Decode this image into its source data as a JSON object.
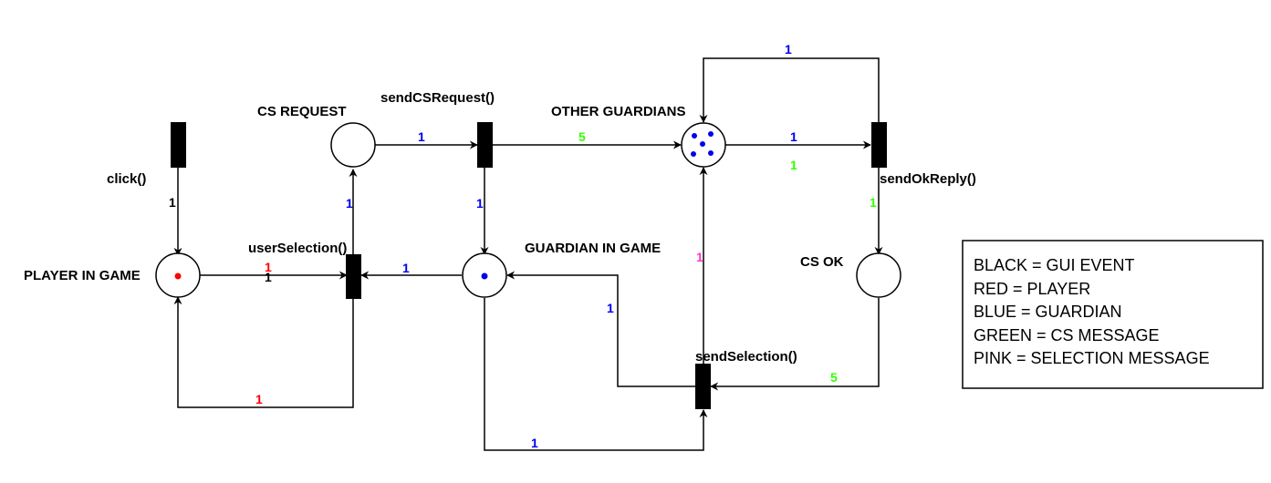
{
  "colors": {
    "black": "#000000",
    "red": "#ff0000",
    "blue": "#0000ee",
    "green": "#33ff00",
    "pink": "#ff33cc"
  },
  "places": {
    "player_in_game": "PLAYER IN GAME",
    "cs_request": "CS REQUEST",
    "other_guardians": "OTHER GUARDIANS",
    "guardian_in_game": "GUARDIAN IN GAME",
    "cs_ok": "CS OK"
  },
  "transitions": {
    "click": "click()",
    "send_cs_request": "sendCSRequest()",
    "user_selection": "userSelection()",
    "send_ok_reply": "sendOkReply()",
    "send_selection": "sendSelection()"
  },
  "weights": {
    "click_to_player": "1",
    "player_to_user_selection_red": "1",
    "player_to_user_selection_black": "1",
    "user_selection_loop": "1",
    "user_selection_to_cs_request": "1",
    "cs_request_to_send_cs_request": "1",
    "send_cs_request_to_guardian": "1",
    "send_cs_request_to_other_guardians": "5",
    "guardian_to_user_selection": "1",
    "top_loop": "1",
    "other_guardians_to_ok_reply_blue": "1",
    "other_guardians_to_ok_reply_green": "1",
    "ok_reply_to_cs_ok": "1",
    "cs_ok_to_send_selection": "5",
    "send_selection_to_other_guardians": "1",
    "send_selection_to_guardian": "1",
    "guardian_to_send_selection": "1"
  },
  "legend": [
    "BLACK = GUI EVENT",
    "RED = PLAYER",
    "BLUE = GUARDIAN",
    "GREEN = CS MESSAGE",
    "PINK = SELECTION MESSAGE"
  ]
}
